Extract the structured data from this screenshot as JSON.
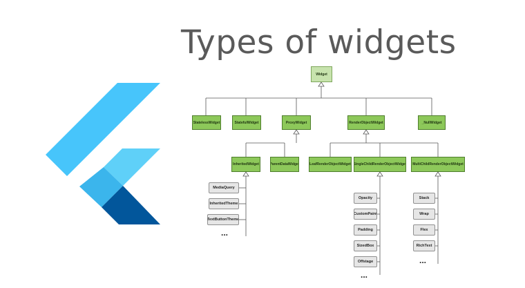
{
  "title": "Types of widgets",
  "colors": {
    "title": "#5a5a5a",
    "node_green": "#8dc85a",
    "node_root": "#c7e3ad",
    "node_gray": "#e6e6e6",
    "logo_light": "#47c5fb",
    "logo_mid": "#5fd0f8",
    "logo_dark": "#02569b"
  },
  "logo": {
    "name": "Flutter"
  },
  "diagram": {
    "root": "Widget",
    "level1": [
      "StatelessWidget",
      "StatefulWidget",
      "ProxyWidget",
      "RenderObjectWidget",
      "_NullWidget"
    ],
    "proxy_children": [
      "InheritedWidget",
      "ParentDataWidget"
    ],
    "render_children": [
      "LeafRenderObjectWidget",
      "SingleChildRenderObjectWidget",
      "MultiChildRenderObjectWidget"
    ],
    "inherited_examples": [
      "MediaQuery",
      "InheritedTheme",
      "TextButtonTheme"
    ],
    "single_child_examples": [
      "Opacity",
      "CustomPaint",
      "Padding",
      "SizedBox",
      "Offstage"
    ],
    "multi_child_examples": [
      "Stack",
      "Wrap",
      "Flex",
      "RichText"
    ],
    "ellipsis": "..."
  }
}
